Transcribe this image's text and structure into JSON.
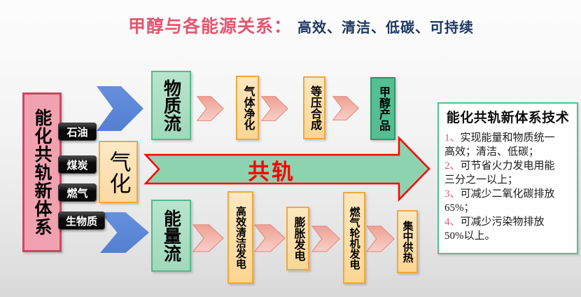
{
  "title": {
    "main": "甲醇与各能源关系：",
    "sub": "高效、清洁、低碳、可持续"
  },
  "left_panel": {
    "label": "能化共轨新体系",
    "sources": [
      "石油",
      "煤炭",
      "燃气",
      "生物质"
    ],
    "gasification": "气化"
  },
  "material_flow": {
    "header": "物质流",
    "steps": [
      "气体净化",
      "等压合成"
    ],
    "product": "甲醇产品"
  },
  "common_rail": {
    "label": "共轨"
  },
  "energy_flow": {
    "header": "能量流",
    "steps": [
      "高效清洁发电",
      "膨胀发电",
      "燃气轮机发电",
      "集中供热"
    ]
  },
  "info_box": {
    "title": "能化共轨新体系技术",
    "items": [
      {
        "num": "1、",
        "lines": [
          "实现能量和物质统一",
          "高效；清洁、低碳；"
        ]
      },
      {
        "num": "2、",
        "lines": [
          "可节省火力发电用能",
          "三分之一以上；"
        ]
      },
      {
        "num": "3、",
        "lines": [
          "可减少二氧化碳排放",
          "65%；"
        ]
      },
      {
        "num": "4、",
        "lines": [
          "可减少污染物排放",
          "50%以上。"
        ]
      }
    ]
  },
  "colors": {
    "title_pink": "#e2586f",
    "title_navy": "#1f3864",
    "pink_box_fill": "#f2a1b1",
    "pink_box_border": "#c9485f",
    "black_label_bg": "#0a0a0a",
    "blue_arrow": "#5b87d8",
    "orange_fill": "#fbd693",
    "orange_border": "#f1a73c",
    "green_light_fill": "#a9dec2",
    "green_border": "#53ba8b",
    "green_product_fill": "#55be93",
    "rail_fill": "#8ed3af",
    "rail_outline": "#ff0000",
    "chevron_pink": "#f0aba0",
    "info_border": "#52c08e",
    "info_number": "#d85c74"
  }
}
